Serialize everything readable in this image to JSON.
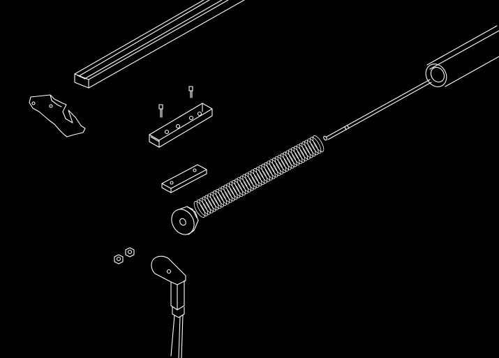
{
  "drawing": {
    "background_color": "#000000",
    "line_color": "#ffffff",
    "parts": [
      "roller-tube",
      "guide-rail",
      "side-bracket",
      "mounting-screws",
      "u-channel-bracket",
      "flat-clip",
      "spring-rod",
      "torsion-spring",
      "end-cap",
      "nuts",
      "support-arm"
    ]
  }
}
